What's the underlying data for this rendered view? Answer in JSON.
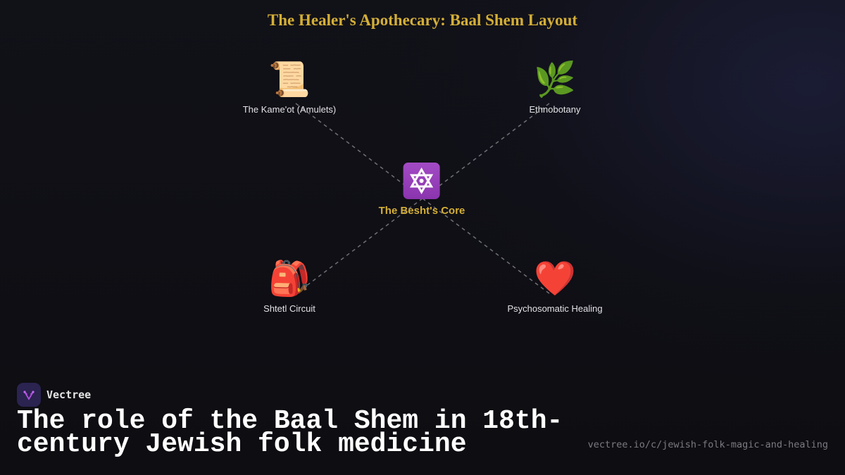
{
  "diagram": {
    "title": "The Healer's Apothecary: Baal Shem Layout",
    "center": {
      "label": "The Besht's Core",
      "icon": "star-of-david-icon",
      "glyph": "✡"
    },
    "nodes": [
      {
        "label": "The Kame'ot (Amulets)",
        "icon": "scroll-icon",
        "glyph": "📜"
      },
      {
        "label": "Ethnobotany",
        "icon": "herb-icon",
        "glyph": "🌿"
      },
      {
        "label": "Shtetl Circuit",
        "icon": "backpack-icon",
        "glyph": "🎒"
      },
      {
        "label": "Psychosomatic Healing",
        "icon": "red-heart-icon",
        "glyph": "❤️"
      }
    ],
    "edges": [
      [
        "The Besht's Core",
        "The Kame'ot (Amulets)"
      ],
      [
        "The Besht's Core",
        "Ethnobotany"
      ],
      [
        "The Besht's Core",
        "Shtetl Circuit"
      ],
      [
        "The Besht's Core",
        "Psychosomatic Healing"
      ]
    ],
    "colors": {
      "title": "#d4af37",
      "core_label": "#d4af37",
      "node_label": "#e2e2e6",
      "edge": "#6e6e74",
      "background": "#0e0e13"
    }
  },
  "footer": {
    "brand": "Vectree",
    "headline": "The role of the Baal Shem in 18th-century Jewish folk medicine",
    "url": "vectree.io/c/jewish-folk-magic-and-healing"
  }
}
